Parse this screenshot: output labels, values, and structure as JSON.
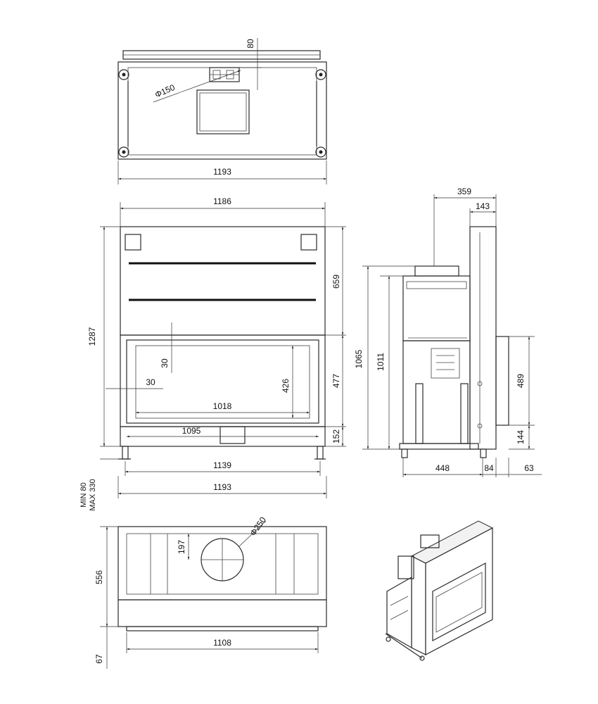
{
  "top_view": {
    "dim_width": "1193",
    "dim_offset": "80",
    "dim_flue": "Φ150"
  },
  "front_view": {
    "dim_top_width": "1186",
    "dim_total_height": "1287",
    "dim_upper_height": "659",
    "dim_glass_height": "477",
    "dim_base_height": "152",
    "dim_min_max": "MIN 80\nMAX 330",
    "dim_min": "MIN 80",
    "dim_max": "MAX 330",
    "dim_inner_30_v": "30",
    "dim_inner_30_h": "30",
    "dim_opening_height": "426",
    "dim_opening_width": "1018",
    "dim_glass_width": "1095",
    "dim_feet_width": "1139",
    "dim_total_width": "1193"
  },
  "side_view": {
    "dim_depth_top": "359",
    "dim_front_frame": "143",
    "dim_height_1065": "1065",
    "dim_height_1011": "1011",
    "dim_glass_side": "489",
    "dim_bottom_side": "144",
    "dim_depth_448": "448",
    "dim_84": "84",
    "dim_63": "63"
  },
  "plan_view": {
    "dim_outlet": "Φ250",
    "dim_197": "197",
    "dim_depth": "556",
    "dim_front_gap": "67",
    "dim_inner_width": "1108"
  }
}
